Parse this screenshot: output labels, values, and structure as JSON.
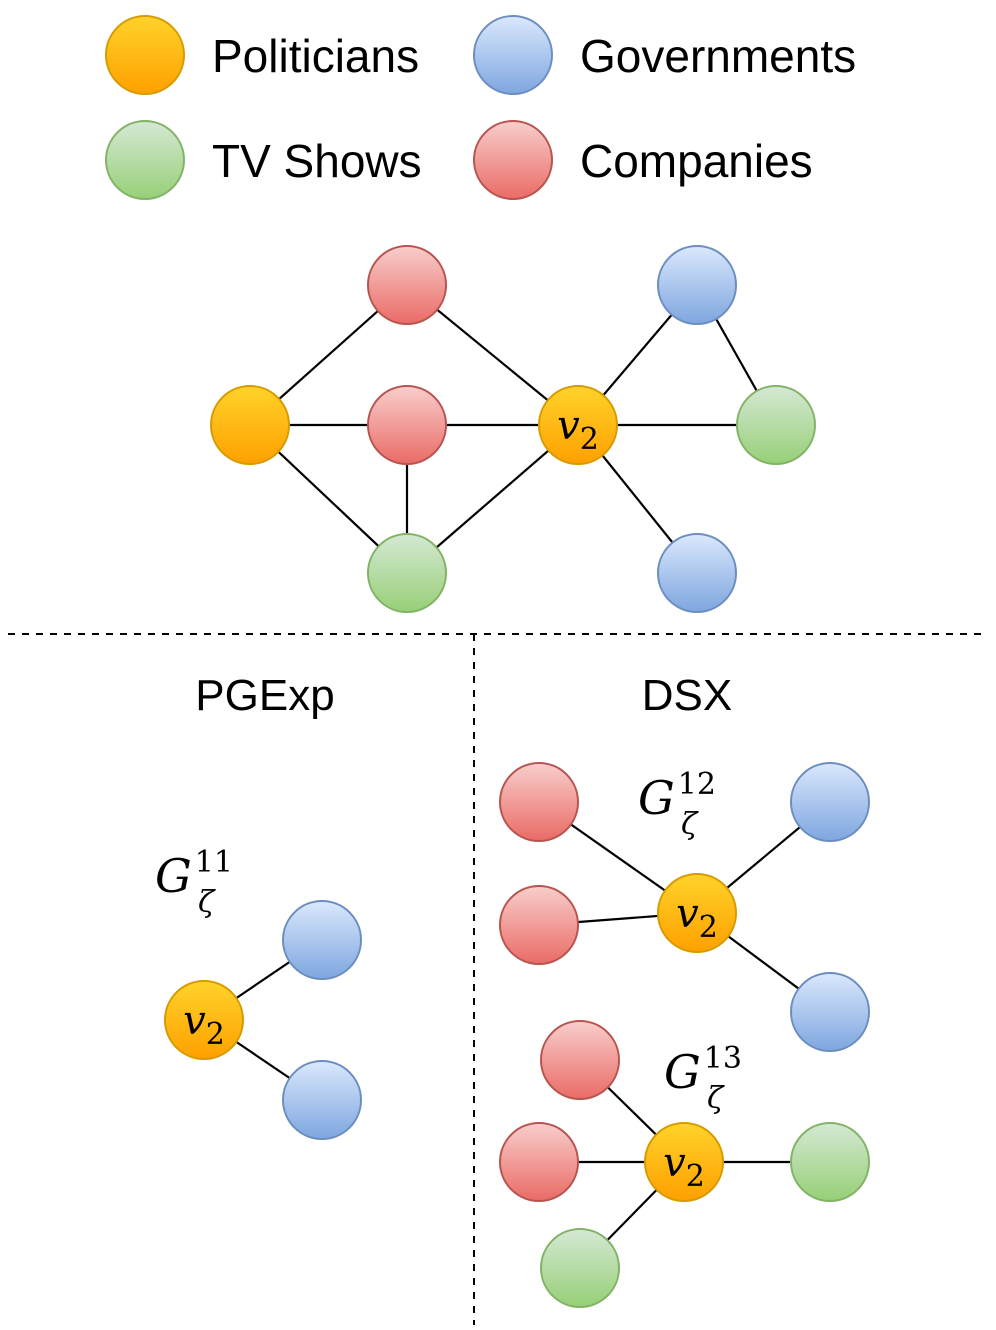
{
  "legend": {
    "politicians": "Politicians",
    "governments": "Governments",
    "tv_shows": "TV Shows",
    "companies": "Companies"
  },
  "colors": {
    "politician": {
      "top": "#ffd32a",
      "bottom": "#ffa000",
      "stroke": "#d79b00"
    },
    "government": {
      "top": "#dae8fc",
      "bottom": "#7ea6e0",
      "stroke": "#6c8ebf"
    },
    "tv_show": {
      "top": "#d5e8d4",
      "bottom": "#97d077",
      "stroke": "#82b366"
    },
    "company": {
      "top": "#f8cecc",
      "bottom": "#ea6b66",
      "stroke": "#b85450"
    }
  },
  "node_label": {
    "main": "v",
    "sub": "2"
  },
  "panels": {
    "left_title": "PGExp",
    "right_title": "DSX"
  },
  "subgraphs": [
    {
      "base": "G",
      "sub": "ζ",
      "sup": "11"
    },
    {
      "base": "G",
      "sub": "ζ",
      "sup": "12"
    },
    {
      "base": "G",
      "sub": "ζ",
      "sup": "13"
    }
  ]
}
